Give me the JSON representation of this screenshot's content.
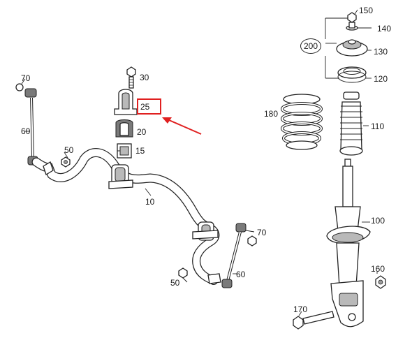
{
  "diagram": {
    "highlight_color": "#e02020",
    "highlighted_part": "25",
    "labels": {
      "p10": "10",
      "p15": "15",
      "p20": "20",
      "p25": "25",
      "p30": "30",
      "p50a": "50",
      "p50b": "50",
      "p60a": "60",
      "p60b": "60",
      "p70a": "70",
      "p70b": "70",
      "p100": "100",
      "p110": "110",
      "p120": "120",
      "p130": "130",
      "p140": "140",
      "p150": "150",
      "p160": "160",
      "p170": "170",
      "p180": "180",
      "p200": "200"
    }
  }
}
